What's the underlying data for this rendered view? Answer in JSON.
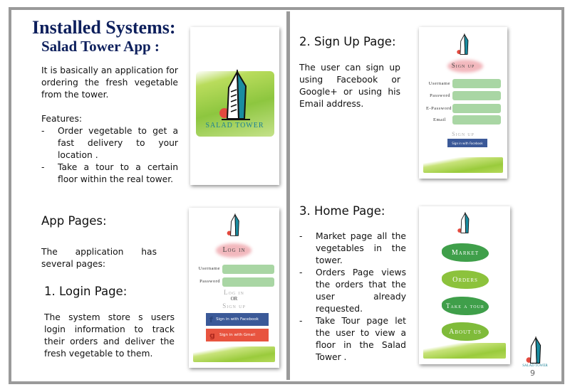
{
  "title": "Installed Systems:",
  "subtitle": "Salad Tower App :",
  "intro": "It is  basically an application for ordering the fresh  vegetable from the tower.",
  "features_label": "Features:",
  "features": [
    "Order vegetable to get a fast delivery to your location .",
    "Take a tour to a certain floor within the real tower."
  ],
  "app_pages_heading": "App  Pages:",
  "app_pages_text": "The application  has several pages:",
  "login": {
    "heading": "1. Login Page:",
    "text": "The system store s users  login information  to  track  their orders and deliver the fresh vegetable to them.",
    "screen": {
      "title": "Log in",
      "username": "Username",
      "password": "Password",
      "login": "Log in",
      "or": "OR",
      "signup": "Sign up",
      "facebook": "Sign in with Facebook",
      "gmail": "Sign in with Gmail"
    }
  },
  "signup": {
    "heading": "2. Sign Up Page:",
    "text": "The user can sign up using  Facebook  or Google+ or using his Email address.",
    "screen": {
      "title": "Sign up",
      "username": "Username",
      "password": "Password",
      "epassword": "E-Password",
      "email": "Email",
      "button": "Sign up",
      "facebook": "Sign in with Facebook"
    }
  },
  "home": {
    "heading": "3. Home Page:",
    "items": [
      "Market page all the vegetables in the tower.",
      "Orders Page views the orders that the user already requested.",
      "Take Tour page let the user to view a floor in the Salad Tower ."
    ],
    "screen": {
      "buttons": [
        "Market",
        "Orders",
        "Take a tour",
        "About us"
      ]
    }
  },
  "logo_text": "Salad Tower",
  "page_number": "9",
  "colors": {
    "title": "#0d1f5c",
    "facebook": "#3b5998",
    "gmail": "#e8543f",
    "field": "#a9d6a4"
  }
}
